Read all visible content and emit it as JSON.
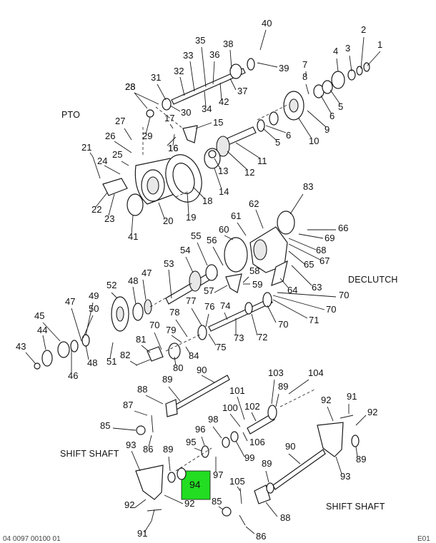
{
  "sections": {
    "pto": "PTO",
    "declutch": "DECLUTCH",
    "shift_shaft_left": "SHIFT SHAFT",
    "shift_shaft_right": "SHIFT SHAFT"
  },
  "highlight": {
    "label": "94",
    "color": "#22dd22"
  },
  "footer": {
    "left": "04 0097 00100 01",
    "right": "E01"
  },
  "callouts": [
    "1",
    "2",
    "3",
    "4",
    "5",
    "6",
    "7",
    "8",
    "9",
    "10",
    "11",
    "12",
    "13",
    "14",
    "15",
    "16",
    "17",
    "18",
    "19",
    "20",
    "21",
    "22",
    "23",
    "24",
    "25",
    "26",
    "27",
    "28",
    "29",
    "30",
    "31",
    "32",
    "33",
    "34",
    "35",
    "36",
    "37",
    "38",
    "39",
    "40",
    "41",
    "42",
    "43",
    "44",
    "45",
    "46",
    "47",
    "48",
    "49",
    "50",
    "51",
    "52",
    "53",
    "54",
    "55",
    "56",
    "57",
    "58",
    "59",
    "60",
    "61",
    "62",
    "63",
    "64",
    "65",
    "66",
    "67",
    "68",
    "69",
    "70",
    "71",
    "72",
    "73",
    "74",
    "75",
    "76",
    "77",
    "78",
    "79",
    "80",
    "81",
    "82",
    "83",
    "84",
    "85",
    "86",
    "87",
    "88",
    "89",
    "90",
    "91",
    "92",
    "93",
    "95",
    "96",
    "97",
    "98",
    "99",
    "100",
    "101",
    "102",
    "103",
    "104",
    "105",
    "106"
  ]
}
